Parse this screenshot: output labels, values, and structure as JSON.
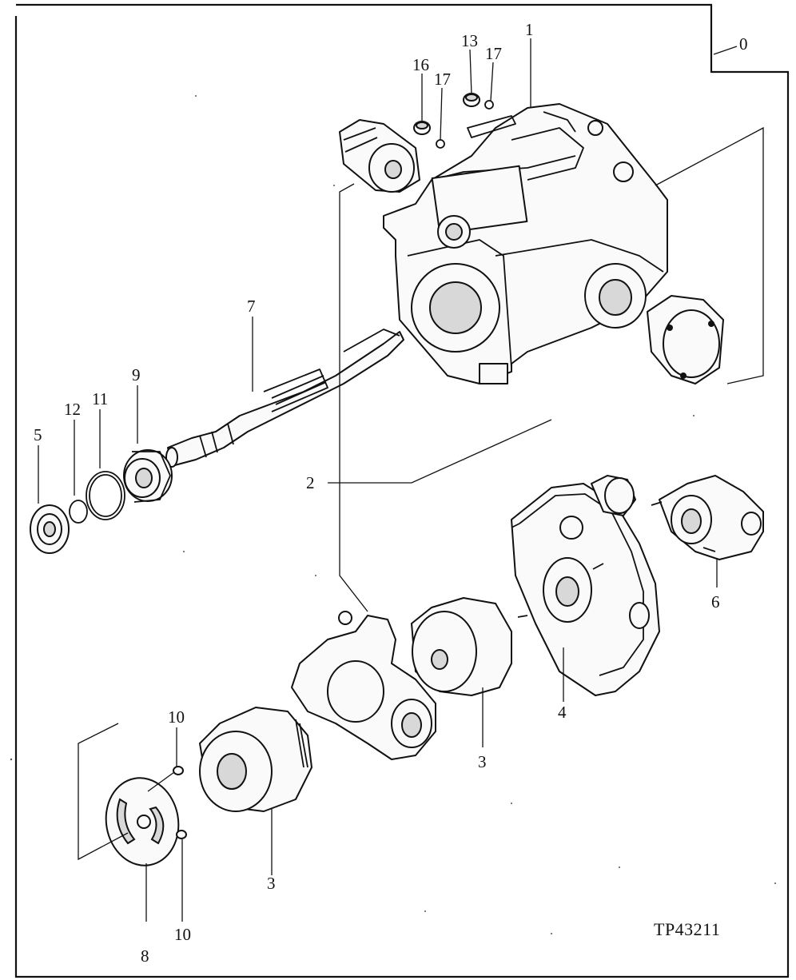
{
  "callouts": {
    "c0": "0",
    "c1": "1",
    "c2": "2",
    "c3a": "3",
    "c3b": "3",
    "c4": "4",
    "c5": "5",
    "c6": "6",
    "c7": "7",
    "c8": "8",
    "c9": "9",
    "c10a": "10",
    "c10b": "10",
    "c11": "11",
    "c12": "12",
    "c13": "13",
    "c16": "16",
    "c17a": "17",
    "c17b": "17"
  },
  "figure_code": "TP43211"
}
